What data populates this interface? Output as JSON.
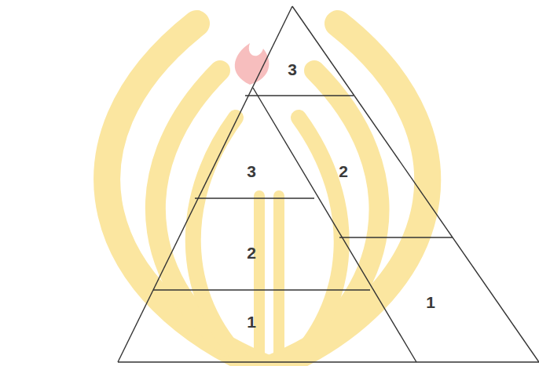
{
  "diagram": {
    "nodes": [
      {
        "text": [
          "3"
        ]
      },
      {
        "text": [
          "3"
        ]
      },
      {
        "text": [
          "2"
        ]
      },
      {
        "text": [
          "2"
        ]
      },
      {
        "text": [
          "1"
        ]
      },
      {
        "text": [
          "1"
        ]
      }
    ]
  }
}
